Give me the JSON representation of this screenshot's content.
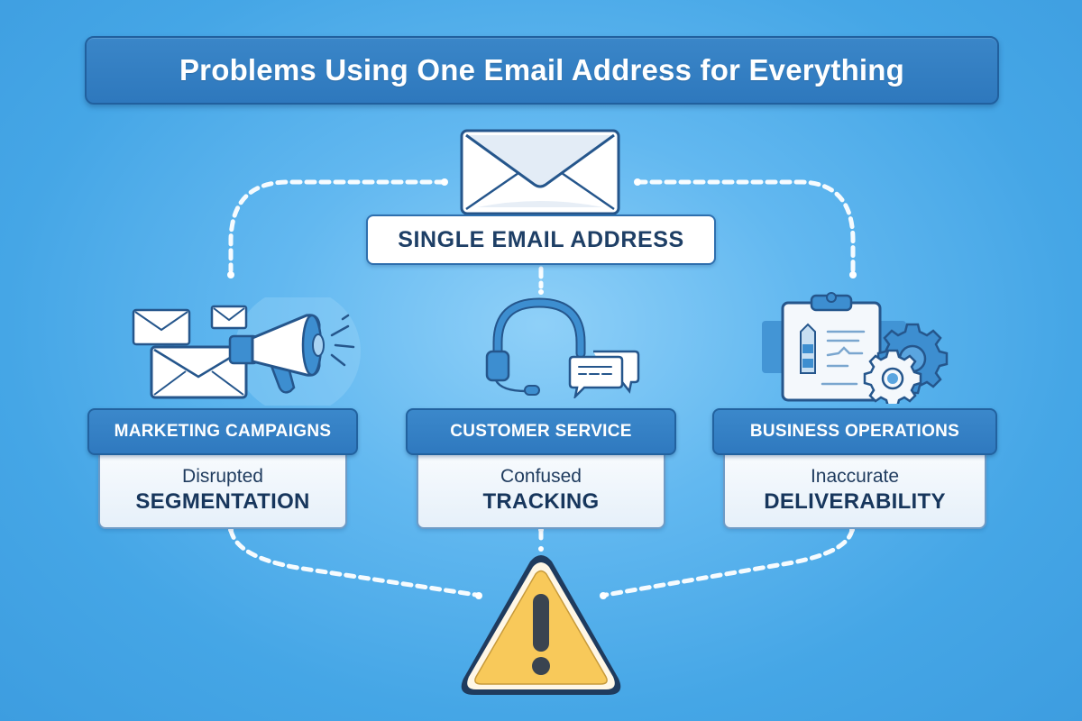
{
  "title": "Problems Using One Email Address for Everything",
  "center": {
    "label": "SINGLE EMAIL ADDRESS",
    "icon": "envelope-icon"
  },
  "categories": [
    {
      "heading": "MARKETING CAMPAIGNS",
      "problem_prefix": "Disrupted",
      "problem_main": "SEGMENTATION",
      "icon": "megaphone-with-envelopes-icon"
    },
    {
      "heading": "CUSTOMER SERVICE",
      "problem_prefix": "Confused",
      "problem_main": "TRACKING",
      "icon": "headset-with-chat-bubbles-icon"
    },
    {
      "heading": "BUSINESS OPERATIONS",
      "problem_prefix": "Inaccurate",
      "problem_main": "DELIVERABILITY",
      "icon": "clipboard-with-gears-icon"
    }
  ],
  "outcome": {
    "icon": "warning-triangle-icon"
  },
  "colors": {
    "background": "#4aa9e8",
    "banner": "#3180c3",
    "banner_border": "#21609e",
    "text_dark": "#1e3f66",
    "warning_fill": "#f8c95a",
    "warning_border": "#1f3b5e",
    "connector": "#ffffff"
  }
}
